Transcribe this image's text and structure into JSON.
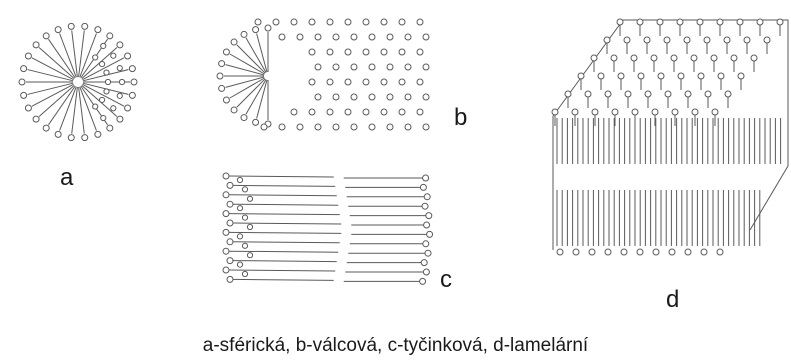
{
  "labels": {
    "a": "a",
    "b": "b",
    "c": "c",
    "d": "d"
  },
  "caption": "a-sférická, b-válcová, c-tyčinková, d-lamelární",
  "colors": {
    "ink": "#5a5a5a",
    "background": "#ffffff"
  },
  "structures": [
    {
      "id": "a",
      "shape": "spherical micelle"
    },
    {
      "id": "b",
      "shape": "cylindrical micelle"
    },
    {
      "id": "c",
      "shape": "rod-like micelle"
    },
    {
      "id": "d",
      "shape": "lamellar micelle"
    }
  ]
}
